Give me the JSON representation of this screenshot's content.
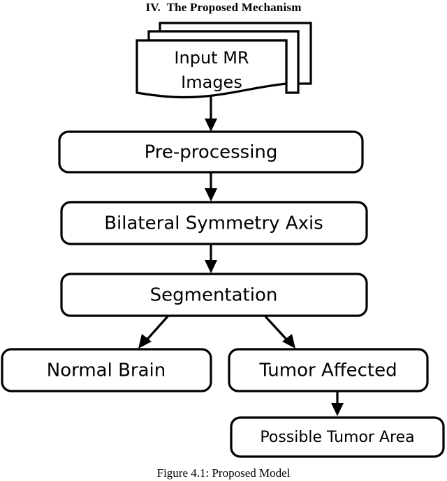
{
  "heading": {
    "text": "IV.  The Proposed Mechanism"
  },
  "caption": {
    "text": "Figure 4.1: Proposed Model"
  },
  "colors": {
    "background": "#ffffff",
    "stroke": "#000000",
    "fill": "#ffffff",
    "text": "#000000"
  },
  "chart_data": {
    "type": "diagram",
    "diagram_kind": "flowchart",
    "title": "IV.  The Proposed Mechanism",
    "caption": "Figure 4.1: Proposed Model",
    "orientation": "top-to-bottom",
    "nodes": [
      {
        "id": "input",
        "label_line1": "Input MR",
        "label_line2": "Images",
        "label": "Input MR Images",
        "shape": "multi-document",
        "sheets": 3,
        "note": "second text line is clipped by the wavy bottom edge"
      },
      {
        "id": "preprocessing",
        "label": "Pre-processing",
        "shape": "rounded-rectangle"
      },
      {
        "id": "symmetry",
        "label": "Bilateral Symmetry Axis",
        "shape": "rounded-rectangle"
      },
      {
        "id": "segmentation",
        "label": "Segmentation",
        "shape": "rounded-rectangle"
      },
      {
        "id": "normal",
        "label": "Normal Brain",
        "shape": "rounded-rectangle"
      },
      {
        "id": "tumor",
        "label": "Tumor Affected",
        "shape": "rounded-rectangle"
      },
      {
        "id": "possible",
        "label": "Possible Tumor Area",
        "shape": "rounded-rectangle"
      }
    ],
    "edges": [
      {
        "from": "input",
        "to": "preprocessing",
        "style": "straight-down"
      },
      {
        "from": "preprocessing",
        "to": "symmetry",
        "style": "straight-down"
      },
      {
        "from": "symmetry",
        "to": "segmentation",
        "style": "straight-down"
      },
      {
        "from": "segmentation",
        "to": "normal",
        "style": "diagonal-left"
      },
      {
        "from": "segmentation",
        "to": "tumor",
        "style": "diagonal-right"
      },
      {
        "from": "tumor",
        "to": "possible",
        "style": "straight-down"
      }
    ]
  },
  "nodes": {
    "input_line1": "Input MR",
    "input_line2": "Images",
    "preprocessing": "Pre-processing",
    "symmetry": "Bilateral Symmetry Axis",
    "segmentation": "Segmentation",
    "normal": "Normal Brain",
    "tumor": "Tumor Affected",
    "possible": "Possible Tumor Area"
  }
}
